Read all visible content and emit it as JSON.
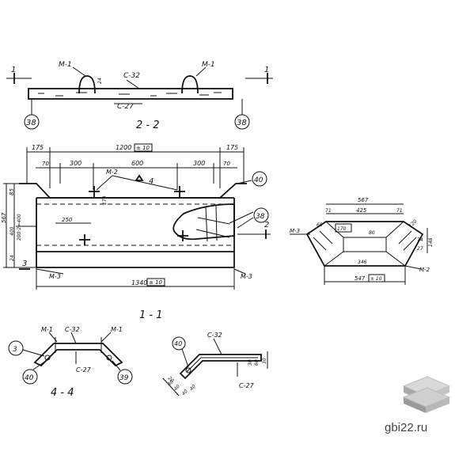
{
  "section_2_2": {
    "title": "2 - 2",
    "cut_mark": "1",
    "loop_label_left": "M-1",
    "loop_label_right": "M-1",
    "rebar_top": "C-32",
    "rebar_bottom": "C-27",
    "thickness": "24",
    "axis_left": "38",
    "axis_right": "38"
  },
  "plan": {
    "dim_175_left": "175",
    "dim_total": "1200",
    "dim_total_tol": "± 10",
    "dim_175_right": "175",
    "dim_70_left": "70",
    "dim_300_left": "300",
    "dim_600": "600",
    "dim_300_right": "300",
    "dim_70_right": "70",
    "plate_label": "M-2",
    "cut_mark_4": "4",
    "dim_170": "170",
    "dim_250": "250",
    "dim_85": "85",
    "dim_567": "567",
    "dim_400": "400",
    "dim_200x2": "200·2=400",
    "dim_24": "24",
    "axis_40": "40",
    "axis_38": "38",
    "cut_mark_2": "2",
    "cut_mark_3": "3",
    "label_m3_left": "M-3",
    "label_m3_right": "M-3",
    "dim_1340": "1340",
    "dim_1340_tol": "± 10"
  },
  "section_1_1": {
    "title": "1 - 1",
    "dim_567": "567",
    "dim_425": "425",
    "dim_71_left": "71",
    "dim_71_right": "71",
    "dim_170": "170",
    "dim_120": "120",
    "dim_60": "60",
    "dim_80": "80",
    "dim_27": "27",
    "dim_74": "74",
    "dim_148": "148",
    "dim_346": "346",
    "dim_547": "547",
    "dim_547_tol": "± 10",
    "label_m3": "M-3",
    "label_m2": "M-2"
  },
  "section_4_4": {
    "title": "4 - 4",
    "loop_label_left": "M-1",
    "loop_label_right": "M-1",
    "rebar_top": "C-32",
    "rebar_bottom": "C-27",
    "axis_3": "3",
    "axis_40": "40",
    "axis_39": "39"
  },
  "detail": {
    "rebar_top": "C-32",
    "rebar_bottom": "C-27",
    "axis_40": "40",
    "dims": [
      "30",
      "60",
      "30",
      "20",
      "40",
      "40",
      "40",
      "40"
    ]
  },
  "watermark": {
    "site": "gbi22.ru",
    "logo": "stacked-plates-logo"
  }
}
